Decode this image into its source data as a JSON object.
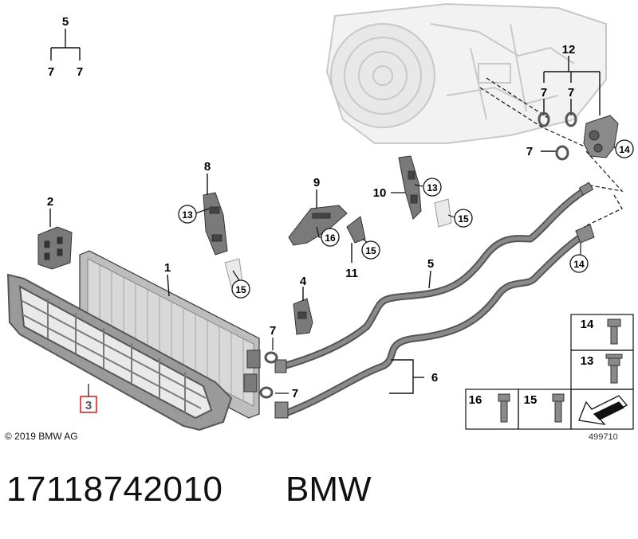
{
  "diagram": {
    "callouts": {
      "c5_top": "5",
      "c7_tl": "7",
      "c7_tr": "7",
      "c12": "12",
      "c7_a": "7",
      "c7_b": "7",
      "c7_c": "7",
      "c14_a": "14",
      "c8": "8",
      "c13_a": "13",
      "c15_a": "15",
      "c9": "9",
      "c16_a": "16",
      "c15_b": "15",
      "c11": "11",
      "c10": "10",
      "c13_b": "13",
      "c15_c": "15",
      "c2": "2",
      "c1": "1",
      "c4": "4",
      "c5": "5",
      "c14_b": "14",
      "c7_d": "7",
      "c7_e": "7",
      "c6": "6",
      "c3": "3"
    },
    "legend": {
      "l14": "14",
      "l13": "13",
      "l16": "16",
      "l15": "15"
    },
    "copyright": "© 2019 BMW AG",
    "image_number": "499710"
  },
  "caption": {
    "part_number": "17118742010",
    "brand": "BMW"
  },
  "colors": {
    "line": "#111111",
    "part_gray": "#8a8a8a",
    "part_dark": "#4a4a4a",
    "ghost": "#d0d0d0",
    "highlight": "#d6262b"
  }
}
